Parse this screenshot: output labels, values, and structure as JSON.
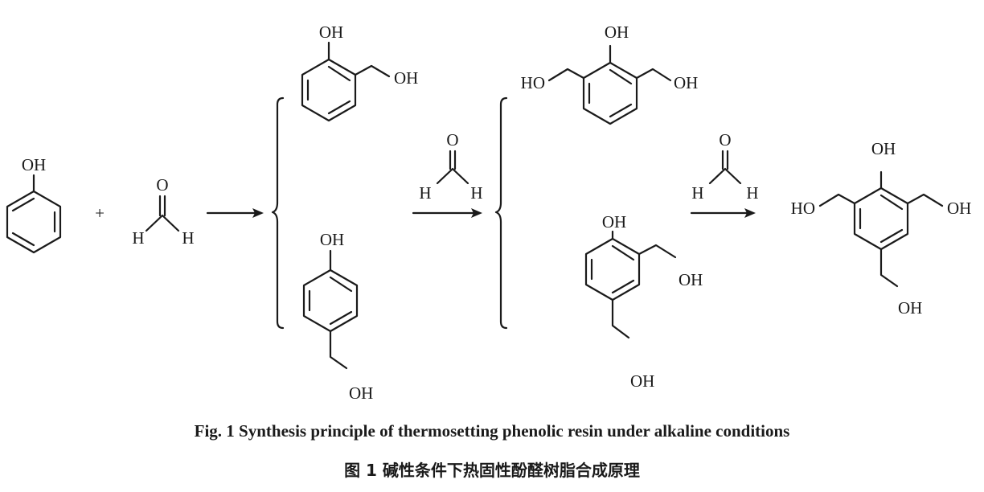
{
  "labels": {
    "oh": "OH",
    "ho": "HO",
    "o": "O",
    "h": "H",
    "plus": "+"
  },
  "caption": {
    "en": "Fig. 1   Synthesis principle of thermosetting phenolic resin under alkaline conditions",
    "zh": "图 1   碱性条件下热固性酚醛树脂合成原理"
  }
}
